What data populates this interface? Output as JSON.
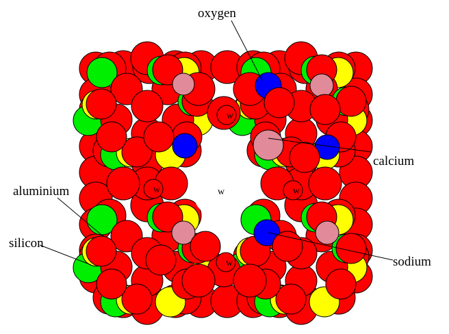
{
  "labels": {
    "oxygen": "oxygen",
    "calcium": "calcium",
    "aluminium": "aluminium",
    "silicon": "silicon",
    "sodium": "sodium",
    "water_marker": "w"
  },
  "colors": {
    "oxygen": "#ff0000",
    "aluminium": "#00ee00",
    "silicon": "#ffff00",
    "sodium": "#0000ff",
    "calcium": "#e08a9a",
    "outline": "#000000",
    "background": "#ffffff"
  }
}
